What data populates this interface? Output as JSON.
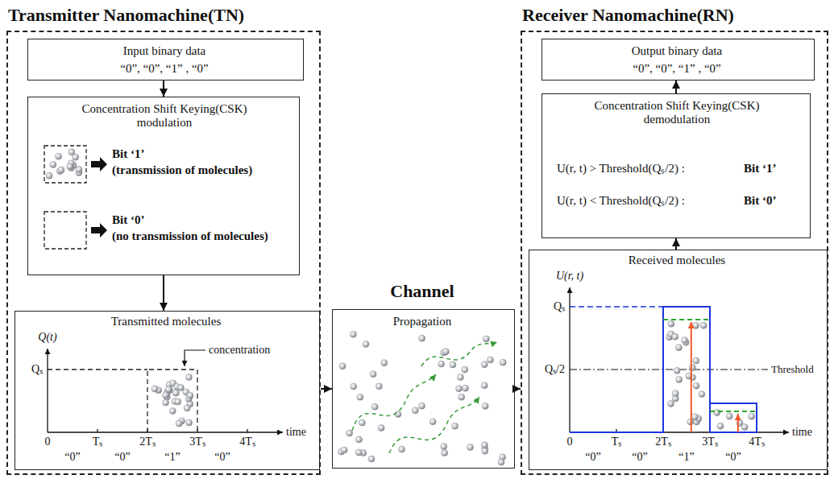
{
  "diagram": {
    "nodes": [
      {
        "text": [
          "Transmitter Nanomachine(TN)"
        ]
      },
      {
        "text": [
          "Input binary data",
          "“0”, “0”, “1” , “0”"
        ],
        "in": 0
      },
      {
        "text": [
          "Concentration Shift Keying(CSK) modulation",
          "Bit ‘1’",
          "(transmission of molecules)",
          "Bit ‘0’",
          "(no transmission of molecules)"
        ],
        "in": 0
      },
      {
        "text": [
          "Transmitted molecules"
        ],
        "in": 0
      },
      {
        "text": [
          "Channel",
          "Propagation"
        ]
      },
      {
        "text": [
          "Receiver Nanomachine(RN)"
        ]
      },
      {
        "text": [
          "Output binary data",
          "“0”, “0”, “1” , “0”"
        ],
        "in": 5
      },
      {
        "text": [
          "Concentration Shift Keying(CSK) demodulation",
          "U(r, t) > Threshold(Qₛ/2) :",
          "Bit ‘1’",
          "U(r, t) < Threshold(Qₛ/2) :",
          "Bit ‘0’"
        ],
        "in": 5
      },
      {
        "text": [
          "Received molecules"
        ],
        "in": 5
      }
    ],
    "edges": [
      {
        "from": 1,
        "to": 2,
        "arrow": "to"
      },
      {
        "from": 2,
        "to": 3,
        "arrow": "to"
      },
      {
        "from": 0,
        "to": 4,
        "arrow": "to"
      },
      {
        "from": 4,
        "to": 5,
        "arrow": "to"
      },
      {
        "from": 8,
        "to": 7,
        "arrow": "to"
      },
      {
        "from": 7,
        "to": 6,
        "arrow": "to"
      }
    ],
    "labels": [
      "Q(t)",
      "Qₛ",
      "0",
      "Tₛ",
      "2Tₛ",
      "3Tₛ",
      "4Tₛ",
      "time",
      "“0”",
      "“0”",
      "“1”",
      "“0”",
      "concentration",
      "U(r, t)",
      "Qₛ",
      "Qₛ/2",
      "Threshold",
      "0",
      "Tₛ",
      "2Tₛ",
      "3Tₛ",
      "4Tₛ",
      "time",
      "“0”",
      "“0”",
      "“1”",
      "“0”"
    ]
  }
}
